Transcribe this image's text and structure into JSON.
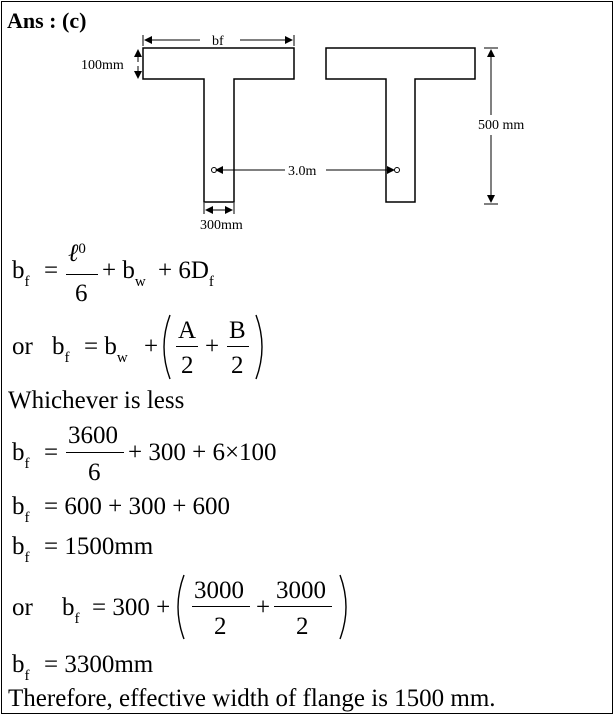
{
  "answer": {
    "label": "Ans : (c)"
  },
  "diagram": {
    "bf_label": "bf",
    "flange_thickness_label": "100mm",
    "depth_label": "500 mm",
    "spacing_label": "3.0m",
    "web_width_label": "300mm"
  },
  "formula1": {
    "lhs": "b",
    "lhs_sub": "f",
    "eq": "=",
    "num": "ℓ",
    "num_sub": "0",
    "den": "6",
    "rest_a": "+ b",
    "rest_sub_a": "w",
    "rest_b": "+ 6D",
    "rest_sub_b": "f"
  },
  "formula2": {
    "prefix": "or",
    "lhs": "b",
    "lhs_sub": "f",
    "eq": "= b",
    "eq_sub": "w",
    "plus": "+",
    "a_num": "A",
    "a_den": "2",
    "mid_plus": "+",
    "b_num": "B",
    "b_den": "2"
  },
  "whichever": "Whichever is less",
  "calc1": {
    "lhs": "b",
    "lhs_sub": "f",
    "eq": "=",
    "num": "3600",
    "den": "6",
    "rest": "+ 300 + 6×100"
  },
  "calc2": {
    "lhs": "b",
    "lhs_sub": "f",
    "expr": "= 600 + 300 + 600"
  },
  "calc3": {
    "lhs": "b",
    "lhs_sub": "f",
    "expr": "= 1500mm"
  },
  "calc4": {
    "prefix": "or",
    "lhs": "b",
    "lhs_sub": "f",
    "eq": "= 300 +",
    "a_num": "3000",
    "a_den": "2",
    "mid_plus": "+",
    "b_num": "3000",
    "b_den": "2"
  },
  "calc5": {
    "lhs": "b",
    "lhs_sub": "f",
    "expr": "= 3300mm"
  },
  "conclusion": "Therefore, effective width of flange is 1500 mm."
}
